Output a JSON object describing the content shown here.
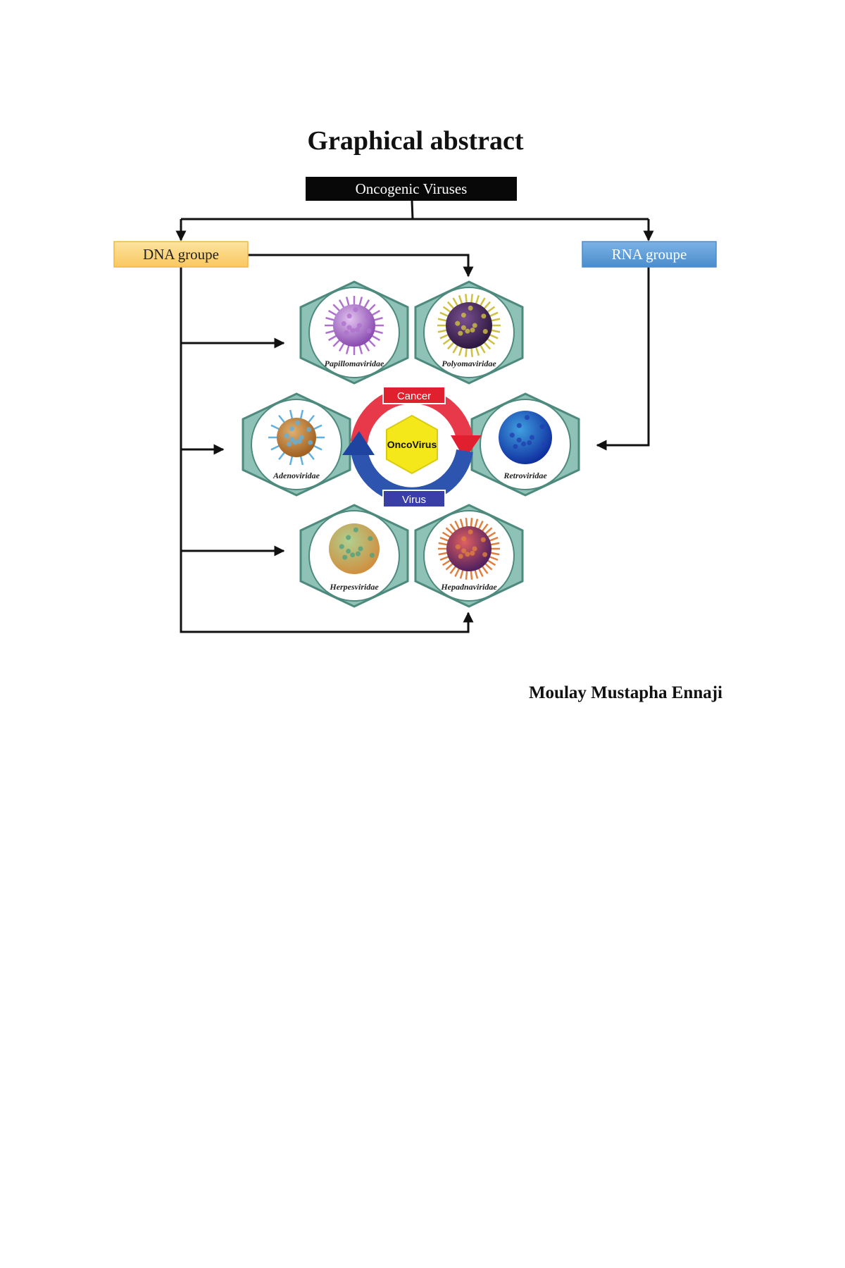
{
  "title": "Graphical abstract",
  "diagram": {
    "root": "Oncogenic Viruses",
    "dna_group": "DNA groupe",
    "rna_group": "RNA groupe",
    "center": "OncoVirus",
    "cycle_top": "Cancer",
    "cycle_bottom": "Virus",
    "families": [
      "Papillomaviridae",
      "Polyomaviridae",
      "Adenoviridae",
      "Retroviridae",
      "Herpesviridae",
      "Hepadnaviridae"
    ],
    "colors": {
      "dna_box": "#fbd47a",
      "rna_box": "#5b9bd5",
      "hex_fill": "#8fc2b6",
      "hex_stroke": "#4d8a7d",
      "cancer": "#e0202e",
      "virus": "#3a3fa8",
      "oncovirus": "#f5e81a"
    }
  },
  "author": "Moulay Mustapha Ennaji"
}
